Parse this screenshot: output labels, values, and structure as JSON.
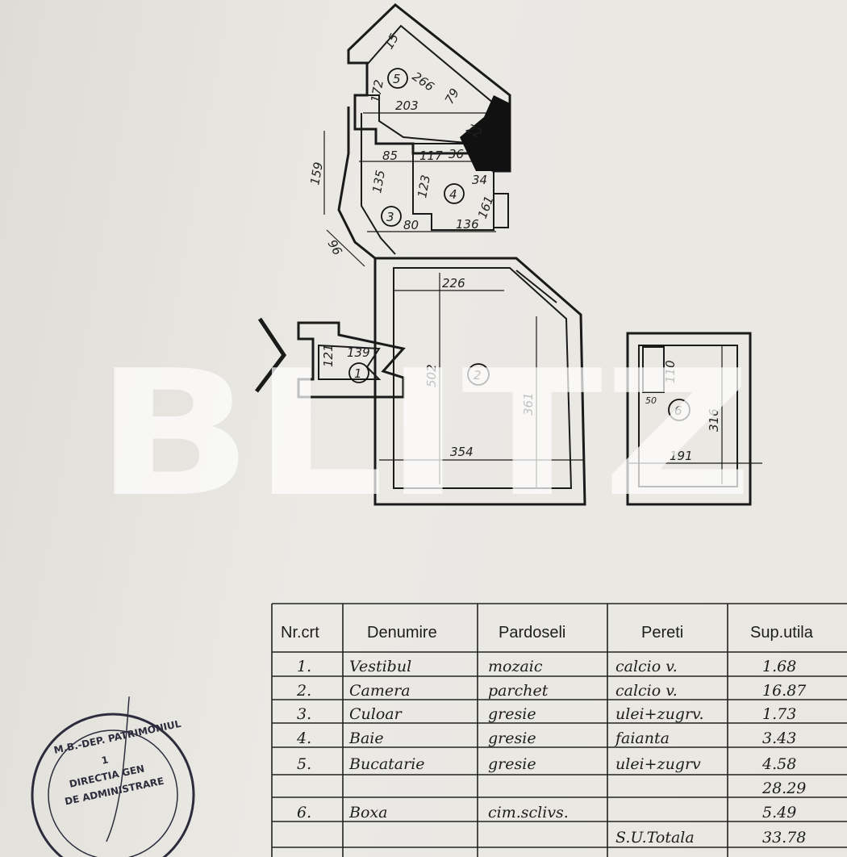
{
  "plan": {
    "rooms": [
      "1",
      "2",
      "3",
      "4",
      "5",
      "6"
    ],
    "dimensions": {
      "d15": "15",
      "d172": "172",
      "d266": "266",
      "d203": "203",
      "d79": "79",
      "d22": "22",
      "d159": "159",
      "d85": "85",
      "d117": "117",
      "d36": "36",
      "d135": "135",
      "d123": "123",
      "d34": "34",
      "d161": "161",
      "d80": "80",
      "d136": "136",
      "d96": "96",
      "d226": "226",
      "d502": "502",
      "d361": "361",
      "d121": "121",
      "d139": "139",
      "d354": "354",
      "d110": "110",
      "d50": "50",
      "d316": "316",
      "d191": "191"
    }
  },
  "table": {
    "headers": [
      "Nr.crt",
      "Denumire",
      "Pardoseli",
      "Pereti",
      "Sup.utila"
    ],
    "rows": [
      [
        "1.",
        "Vestibul",
        "mozaic",
        "calcio v.",
        "1.68"
      ],
      [
        "2.",
        "Camera",
        "parchet",
        "calcio v.",
        "16.87"
      ],
      [
        "3.",
        "Culoar",
        "gresie",
        "ulei+zugrv.",
        "1.73"
      ],
      [
        "4.",
        "Baie",
        "gresie",
        "faianta",
        "3.43"
      ],
      [
        "5.",
        "Bucatarie",
        "gresie",
        "ulei+zugrv",
        "4.58"
      ],
      [
        "",
        "",
        "",
        "",
        "28.29"
      ],
      [
        "6.",
        "Boxa",
        "cim.sclivs.",
        "",
        "5.49"
      ],
      [
        "",
        "",
        "",
        "S.U.Totala",
        "33.78"
      ]
    ]
  },
  "stamp": {
    "lines": [
      "M.B.-DEP. PATRIMONIUL",
      "1",
      "DIRECTIA GEN",
      "DE ADMINISTRARE"
    ]
  },
  "watermark": {
    "text": "BLITZ"
  },
  "colors": {
    "paper": "#e9e7e2",
    "ink": "#1d1d1d",
    "watermark": "#ffffff"
  }
}
